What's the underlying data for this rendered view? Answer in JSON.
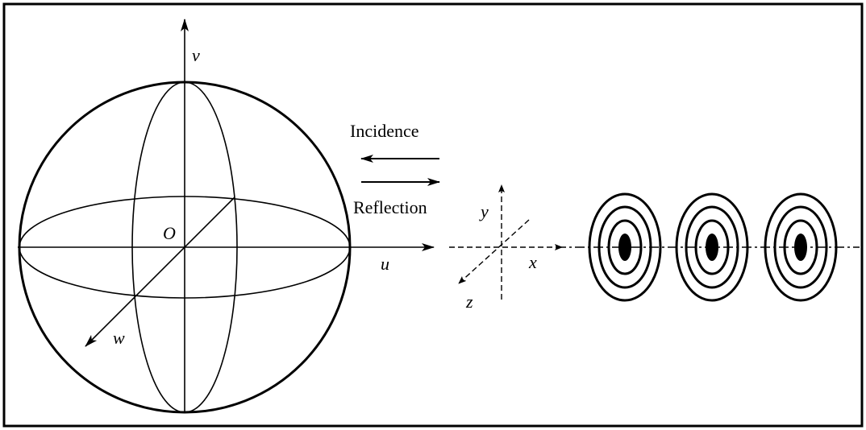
{
  "sphere": {
    "origin_label": "O",
    "axes": {
      "u": "u",
      "v": "v",
      "w": "w"
    }
  },
  "beam": {
    "incidence_label": "Incidence",
    "reflection_label": "Reflection"
  },
  "local_frame": {
    "x": "x",
    "y": "y",
    "z": "z"
  },
  "wave_targets": {
    "count": 3
  },
  "colors": {
    "stroke": "#000000",
    "background": "#ffffff"
  }
}
